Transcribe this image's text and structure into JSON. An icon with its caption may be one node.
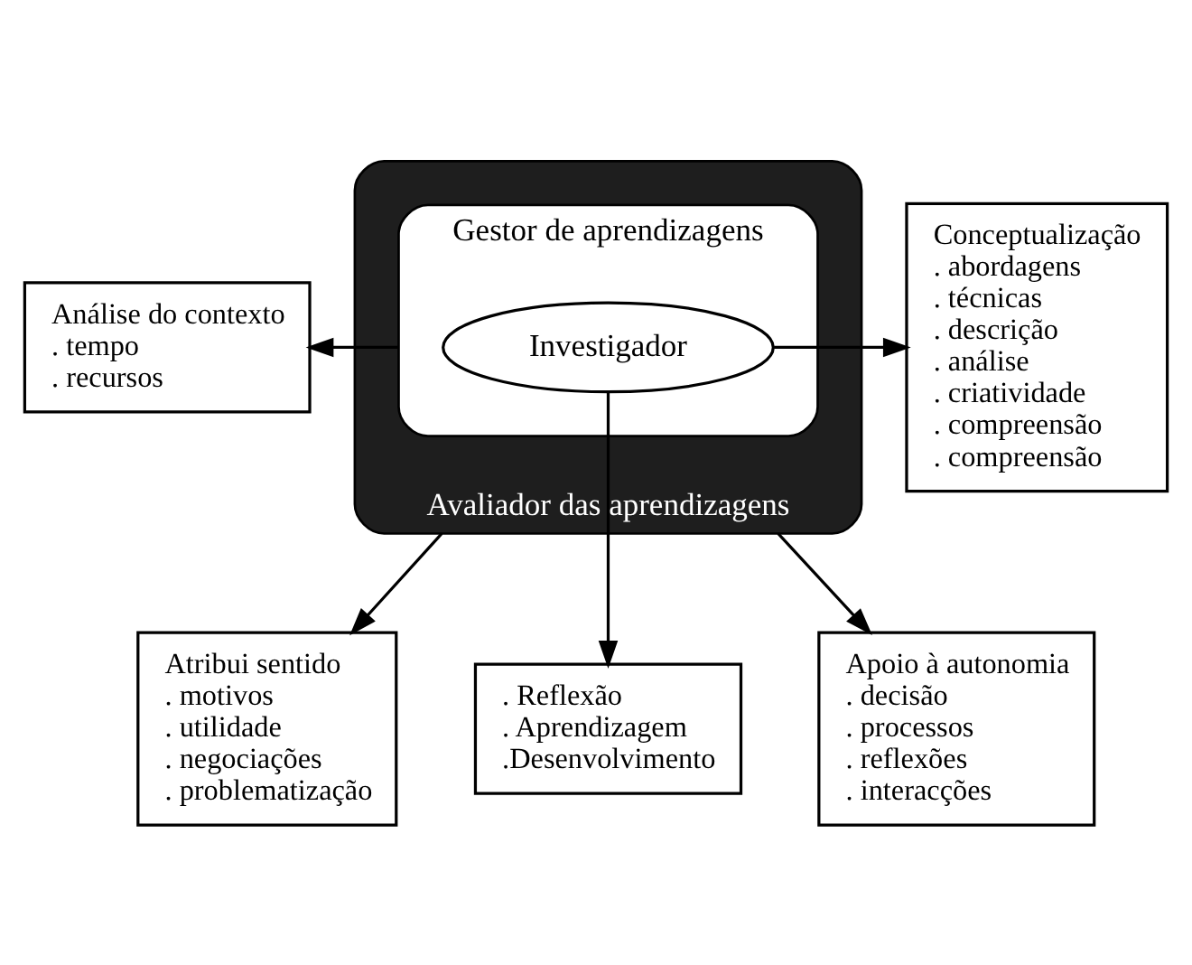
{
  "diagram": {
    "nodes": [
      {
        "text": [
          "Análise do contexto",
          ". tempo",
          ". recursos"
        ]
      },
      {
        "text": [
          "Conceptualização",
          ". abordagens",
          ". técnicas",
          ". descrição",
          ". análise",
          ". criatividade",
          ". compreensão",
          ". compreensão"
        ]
      },
      {
        "text": [
          "Avaliador das aprendizagens"
        ]
      },
      {
        "text": [
          "Gestor de aprendizagens"
        ],
        "in": 2
      },
      {
        "text": [
          "Investigador"
        ],
        "in": 3
      },
      {
        "text": [
          "Atribui sentido",
          ". motivos",
          ". utilidade",
          ". negociações",
          ". problematização"
        ]
      },
      {
        "text": [
          "Apoio à autonomia",
          ". decisão",
          ". processos",
          ". reflexões",
          ". interacções"
        ]
      },
      {
        "text": [
          ". Reflexão",
          ". Aprendizagem",
          ".Desenvolvimento"
        ]
      }
    ],
    "edges": [
      {
        "from": 3,
        "to": 0,
        "arrow": "to"
      },
      {
        "from": 4,
        "to": 1,
        "arrow": "to"
      },
      {
        "from": 2,
        "to": 5,
        "arrow": "to"
      },
      {
        "from": 4,
        "to": 7,
        "arrow": "to"
      },
      {
        "from": 2,
        "to": 6,
        "arrow": "to"
      }
    ]
  }
}
